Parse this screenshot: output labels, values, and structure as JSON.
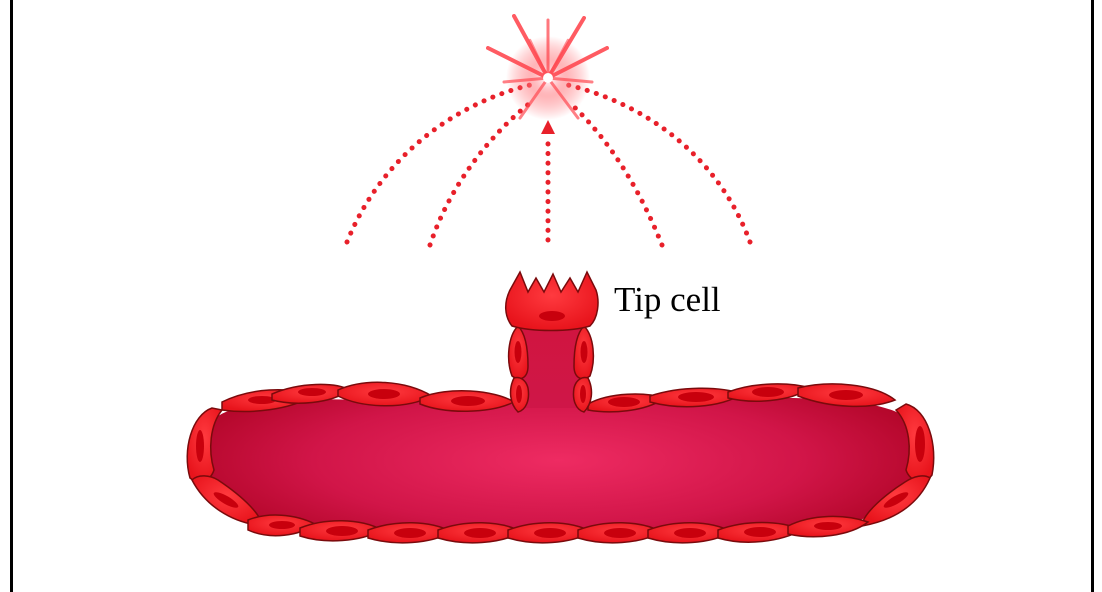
{
  "labels": {
    "tip_cell": "Tip cell"
  },
  "colors": {
    "cell_fill": "#f0262b",
    "cell_stroke": "#7a0a0c",
    "nucleus": "#c8000d",
    "lumen_center": "#ee2b62",
    "lumen_edge": "#a6001c",
    "signal": "#e8202a",
    "frame": "#000000"
  },
  "icons": {
    "signal_source": "starburst-glow",
    "gradient_marker": "triangle-up"
  }
}
